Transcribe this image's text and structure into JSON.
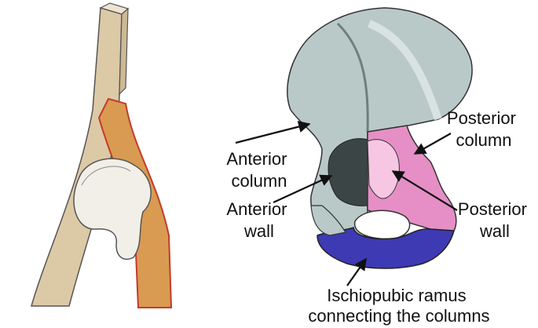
{
  "labels": {
    "posterior_column": [
      "Posterior",
      "column"
    ],
    "anterior_column": [
      "Anterior",
      "column"
    ],
    "anterior_wall": [
      "Anterior",
      "wall"
    ],
    "posterior_wall": [
      "Posterior",
      "wall"
    ],
    "ischiopubic_ramus": [
      "Ischiopubic ramus",
      "connecting the columns"
    ]
  },
  "colors": {
    "bone_grey": "#b9c9c8",
    "posterior_column": "#e58fc6",
    "posterior_wall": "#f7c6e2",
    "ischiopubic_ramus": "#3d3ab3",
    "column_model": "#dcc9a6",
    "anterior_model": "#d99a52",
    "model_outline": "#c43b2a"
  }
}
